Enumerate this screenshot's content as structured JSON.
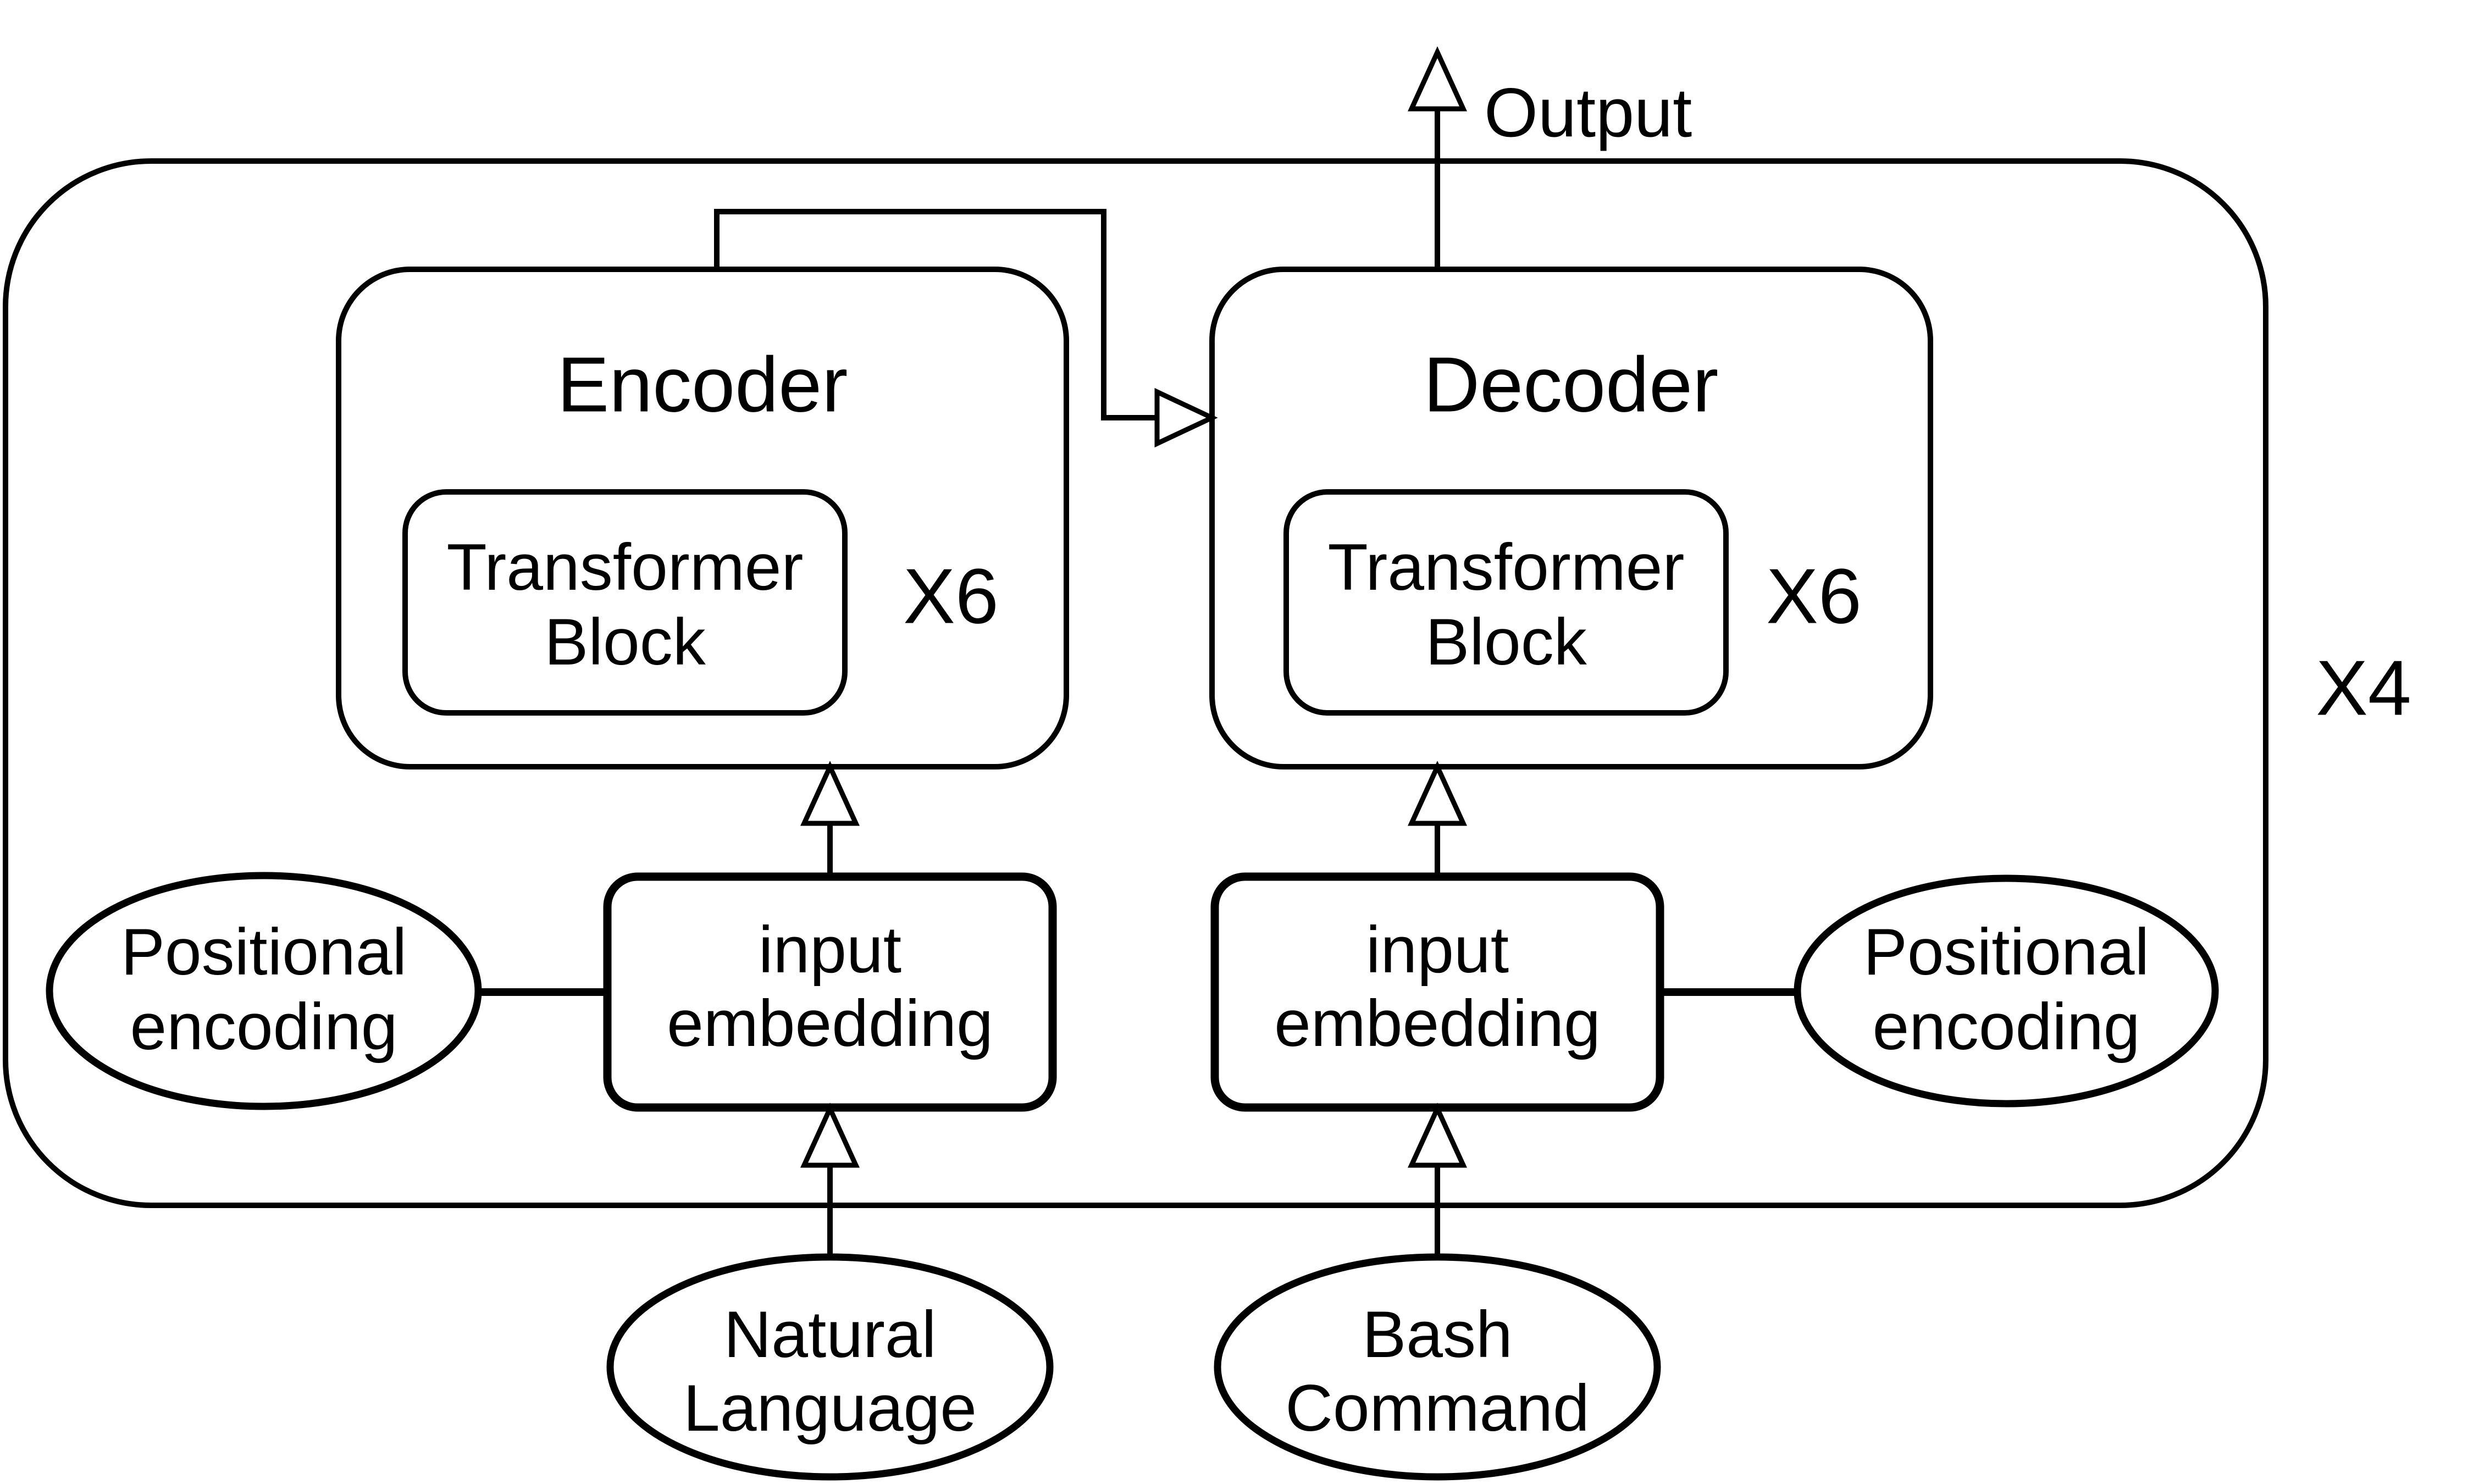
{
  "diagram": {
    "colors": {
      "stroke": "#000000",
      "background": "#ffffff"
    },
    "output_label": "Output",
    "outer_loop": {
      "repeat_label": "X4"
    },
    "encoder": {
      "title": "Encoder",
      "block_line1": "Transformer",
      "block_line2": "Block",
      "repeat_label": "X6"
    },
    "decoder": {
      "title": "Decoder",
      "block_line1": "Transformer",
      "block_line2": "Block",
      "repeat_label": "X6"
    },
    "encoder_embedding": {
      "line1": "input",
      "line2": "embedding"
    },
    "decoder_embedding": {
      "line1": "input",
      "line2": "embedding"
    },
    "encoder_positional": {
      "line1": "Positional",
      "line2": "encoding"
    },
    "decoder_positional": {
      "line1": "Positional",
      "line2": "encoding"
    },
    "encoder_source": {
      "line1": "Natural",
      "line2": "Language"
    },
    "decoder_source": {
      "line1": "Bash",
      "line2": "Command"
    }
  }
}
